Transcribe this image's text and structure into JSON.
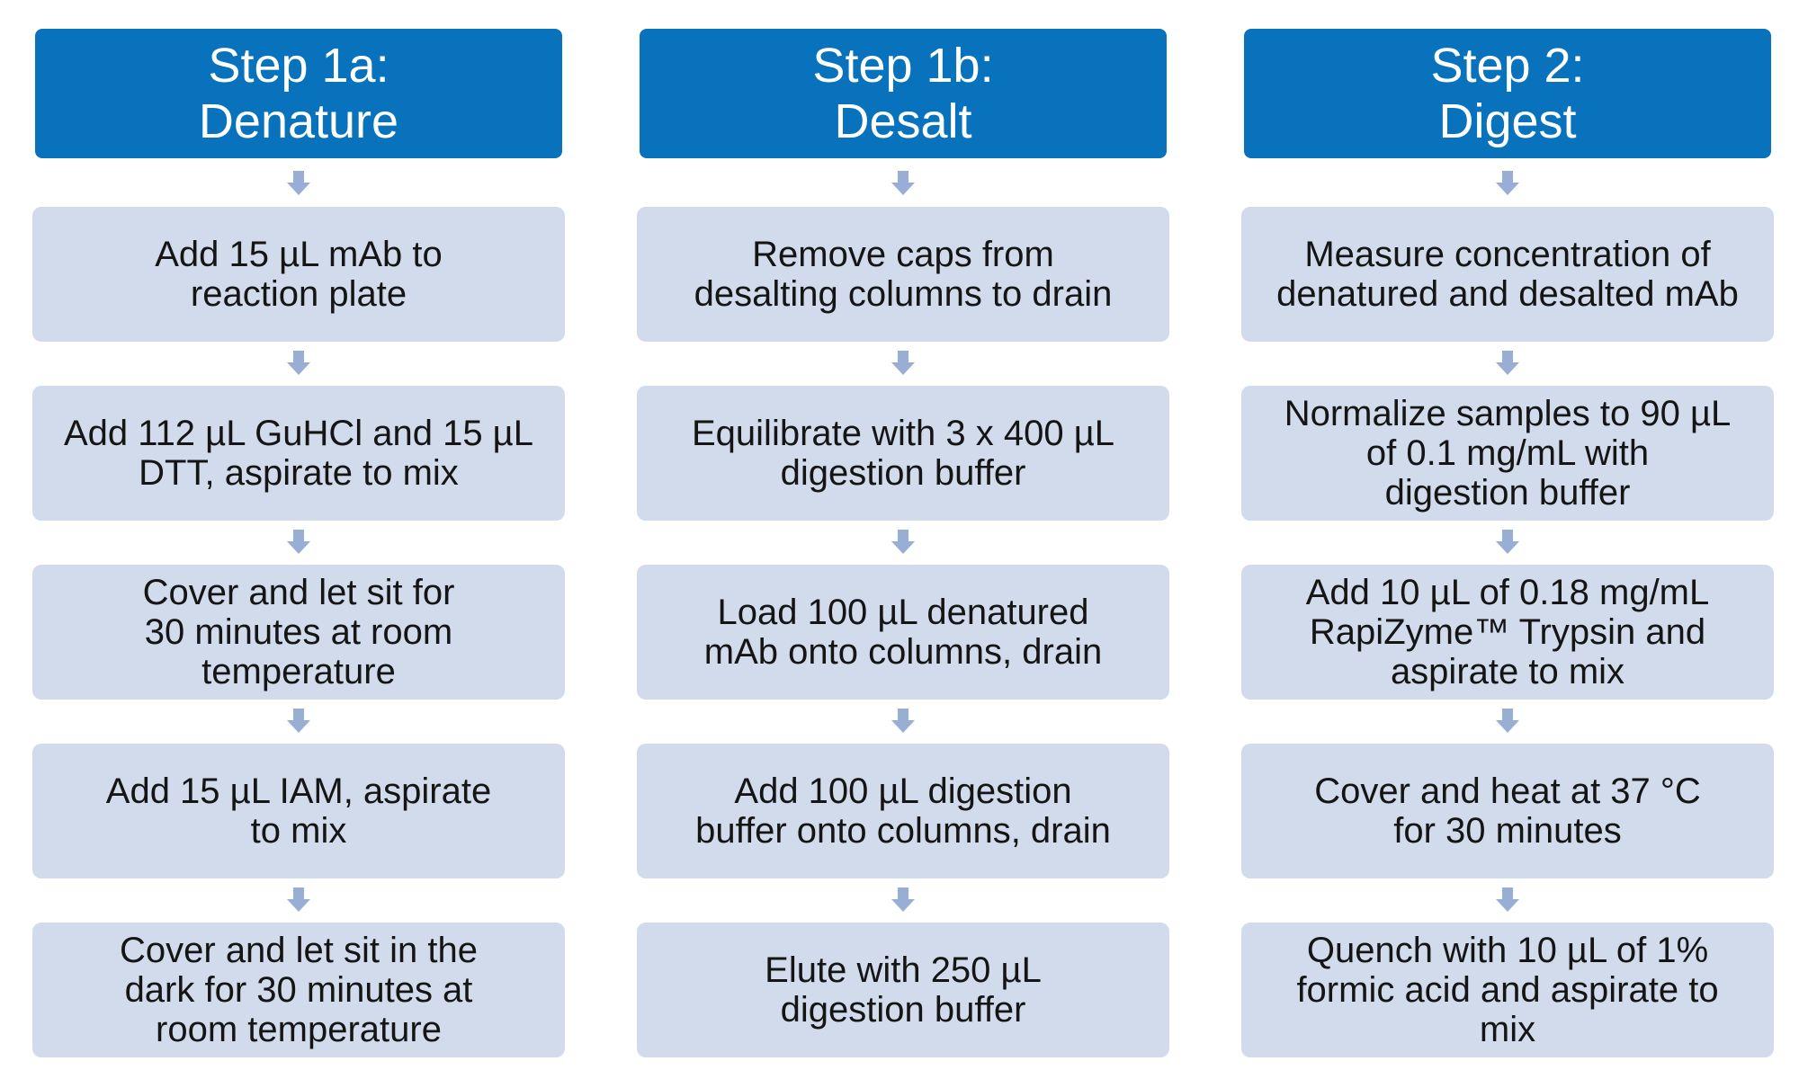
{
  "columns": [
    {
      "header": "Step 1a:\nDenature",
      "steps": [
        "Add 15 µL mAb to\nreaction plate",
        "Add 112 µL GuHCl and 15 µL\nDTT, aspirate to mix",
        "Cover and let sit for\n30 minutes at room\ntemperature",
        "Add 15 µL IAM, aspirate\nto mix",
        "Cover and let sit in the\ndark for 30 minutes at\nroom temperature"
      ]
    },
    {
      "header": "Step 1b:\nDesalt",
      "steps": [
        "Remove caps from\ndesalting columns to drain",
        "Equilibrate with 3 x 400 µL\ndigestion buffer",
        "Load 100 µL denatured\nmAb onto columns, drain",
        "Add 100 µL digestion\nbuffer onto columns, drain",
        "Elute with 250 µL\ndigestion buffer"
      ]
    },
    {
      "header": "Step 2:\nDigest",
      "steps": [
        "Measure concentration of\ndenatured and desalted mAb",
        "Normalize samples to 90 µL\nof 0.1 mg/mL with\ndigestion buffer",
        "Add 10 µL of 0.18 mg/mL\nRapiZyme™  Trypsin and\naspirate to mix",
        "Cover and heat at 37 °C\nfor 30 minutes",
        "Quench with 10 µL of 1%\nformic acid and aspirate to\nmix"
      ]
    }
  ],
  "colors": {
    "header_fill": "#0872bc",
    "header_text": "#ffffff",
    "step_fill": "#d1dbeb",
    "step_text": "#151515",
    "arrow": "#98aed4"
  }
}
